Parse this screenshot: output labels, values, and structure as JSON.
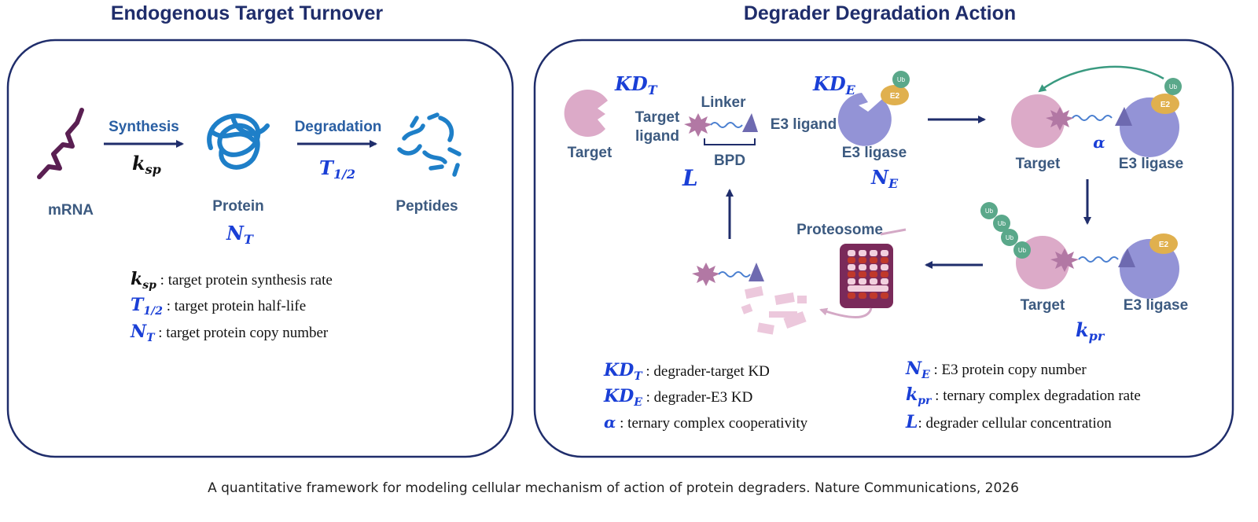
{
  "left_panel": {
    "title": "Endogenous Target Turnover",
    "labels": {
      "mrna": "mRNA",
      "protein": "Protein",
      "peptides": "Peptides",
      "synthesis": "Synthesis",
      "degradation": "Degradation"
    },
    "symbols": {
      "ksp": "k",
      "ksp_sub": "sp",
      "t_half": "T",
      "t_half_sub": "1/2",
      "nt": "N",
      "nt_sub": "T"
    },
    "legend": [
      {
        "sym": "k",
        "sub": "sp",
        "text": " : target protein synthesis rate"
      },
      {
        "sym": "T",
        "sub": "1/2",
        "text": " : target protein half-life"
      },
      {
        "sym": "N",
        "sub": "T",
        "text": " : target protein copy number"
      }
    ]
  },
  "right_panel": {
    "title": "Degrader Degradation Action",
    "labels": {
      "target": "Target",
      "target_ligand_1": "Target",
      "target_ligand_2": "ligand",
      "linker": "Linker",
      "e3_ligand": "E3 ligand",
      "bpd": "BPD",
      "e3_ligase": "E3 ligase",
      "proteosome": "Proteosome",
      "ub": "Ub",
      "e2": "E2",
      "alpha": "α"
    },
    "symbols": {
      "kdt": "KD",
      "kdt_sub": "T",
      "kde": "KD",
      "kde_sub": "E",
      "l": "L",
      "ne": "N",
      "ne_sub": "E",
      "kpr": "k",
      "kpr_sub": "pr"
    },
    "legend_left": [
      {
        "sym": "KD",
        "sub": "T",
        "text": " : degrader-target KD"
      },
      {
        "sym": "KD",
        "sub": "E",
        "text": " : degrader-E3 KD"
      },
      {
        "sym": "α",
        "sub": "",
        "text": " : ternary complex cooperativity"
      }
    ],
    "legend_right": [
      {
        "sym": "N",
        "sub": "E",
        "text": " : E3 protein copy number"
      },
      {
        "sym": "k",
        "sub": "pr",
        "text": " : ternary complex degradation rate"
      },
      {
        "sym": "L",
        "sub": "",
        "text": ": degrader cellular concentration"
      }
    ]
  },
  "caption": "A quantitative framework for modeling cellular mechanism of action of protein degraders. Nature Communications, 2026",
  "colors": {
    "frame": "#1f2d6b",
    "target": "#dcaac8",
    "e3": "#9393d6",
    "e2": "#e0b04e",
    "ub": "#5aa88a",
    "linker": "#4a7fd0",
    "arrow": "#1f2d6b",
    "mrna": "#5a1f52",
    "protein": "#1e7fc8"
  }
}
